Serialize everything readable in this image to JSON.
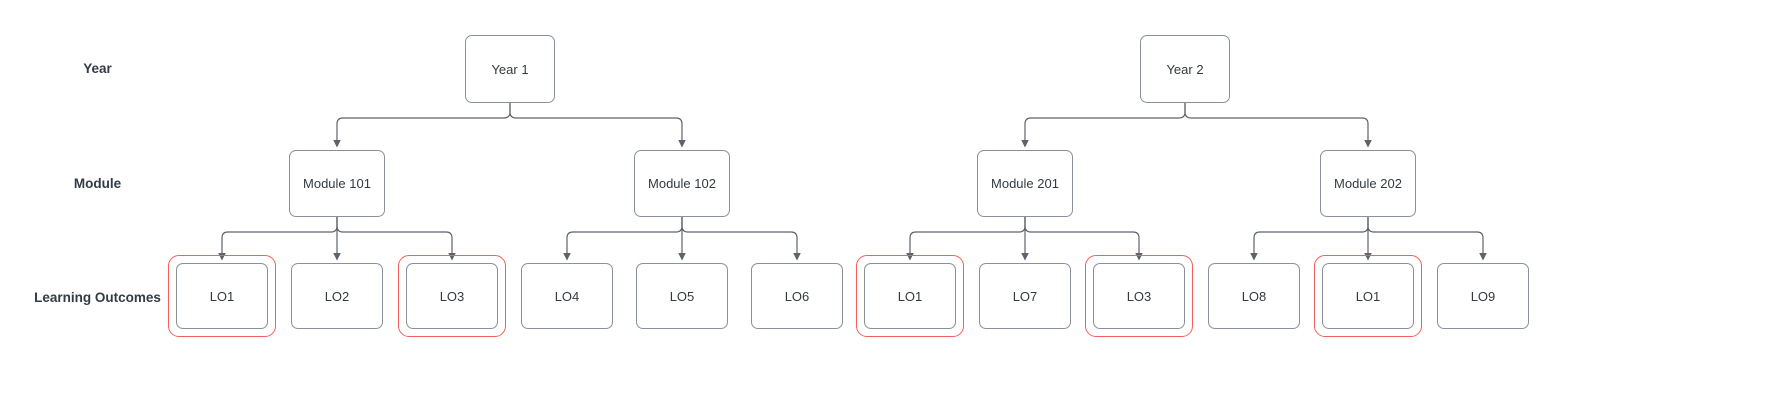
{
  "row_labels": {
    "year": "Year",
    "module": "Module",
    "outcomes": "Learning Outcomes"
  },
  "years": [
    {
      "label": "Year 1"
    },
    {
      "label": "Year 2"
    }
  ],
  "modules": [
    {
      "label": "Module 101",
      "parent": "Year 1"
    },
    {
      "label": "Module 102",
      "parent": "Year 1"
    },
    {
      "label": "Module 201",
      "parent": "Year 2"
    },
    {
      "label": "Module 202",
      "parent": "Year 2"
    }
  ],
  "outcomes": [
    {
      "label": "LO1",
      "parent": "Module 101",
      "highlighted": true
    },
    {
      "label": "LO2",
      "parent": "Module 101",
      "highlighted": false
    },
    {
      "label": "LO3",
      "parent": "Module 101",
      "highlighted": true
    },
    {
      "label": "LO4",
      "parent": "Module 102",
      "highlighted": false
    },
    {
      "label": "LO5",
      "parent": "Module 102",
      "highlighted": false
    },
    {
      "label": "LO6",
      "parent": "Module 102",
      "highlighted": false
    },
    {
      "label": "LO1",
      "parent": "Module 201",
      "highlighted": true
    },
    {
      "label": "LO7",
      "parent": "Module 201",
      "highlighted": false
    },
    {
      "label": "LO3",
      "parent": "Module 201",
      "highlighted": true
    },
    {
      "label": "LO8",
      "parent": "Module 202",
      "highlighted": false
    },
    {
      "label": "LO1",
      "parent": "Module 202",
      "highlighted": true
    },
    {
      "label": "LO9",
      "parent": "Module 202",
      "highlighted": false
    }
  ],
  "colors": {
    "background": "#ffffff",
    "node_border": "#8a9199",
    "node_text": "#343a40",
    "connector": "#5c636a",
    "highlight_ring": "#f25f5c"
  }
}
